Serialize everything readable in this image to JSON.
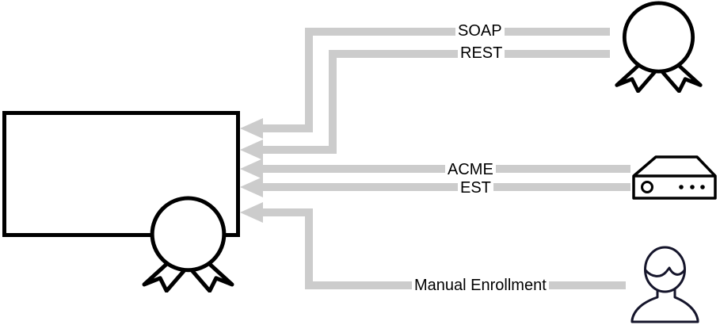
{
  "colors": {
    "background": "#ffffff",
    "flow_line": "#cccccc",
    "outline": "#000000",
    "label_text": "#000000",
    "label_background": "#ffffff"
  },
  "edges": [
    {
      "id": "soap",
      "label": "SOAP",
      "from": "web-service-award",
      "to": "certificate-authority-box"
    },
    {
      "id": "rest",
      "label": "REST",
      "from": "web-service-award",
      "to": "certificate-authority-box"
    },
    {
      "id": "acme",
      "label": "ACME",
      "from": "network-appliance",
      "to": "certificate-authority-box"
    },
    {
      "id": "est",
      "label": "EST",
      "from": "network-appliance",
      "to": "certificate-authority-box"
    },
    {
      "id": "manual",
      "label": "Manual Enrollment",
      "from": "person",
      "to": "certificate-authority-box"
    }
  ],
  "nodes": [
    {
      "id": "certificate-authority-box",
      "icon": "certificate-seal-icon"
    },
    {
      "id": "web-service-award",
      "icon": "award-ribbon-icon"
    },
    {
      "id": "network-appliance",
      "icon": "network-appliance-icon"
    },
    {
      "id": "person",
      "icon": "person-icon"
    }
  ]
}
